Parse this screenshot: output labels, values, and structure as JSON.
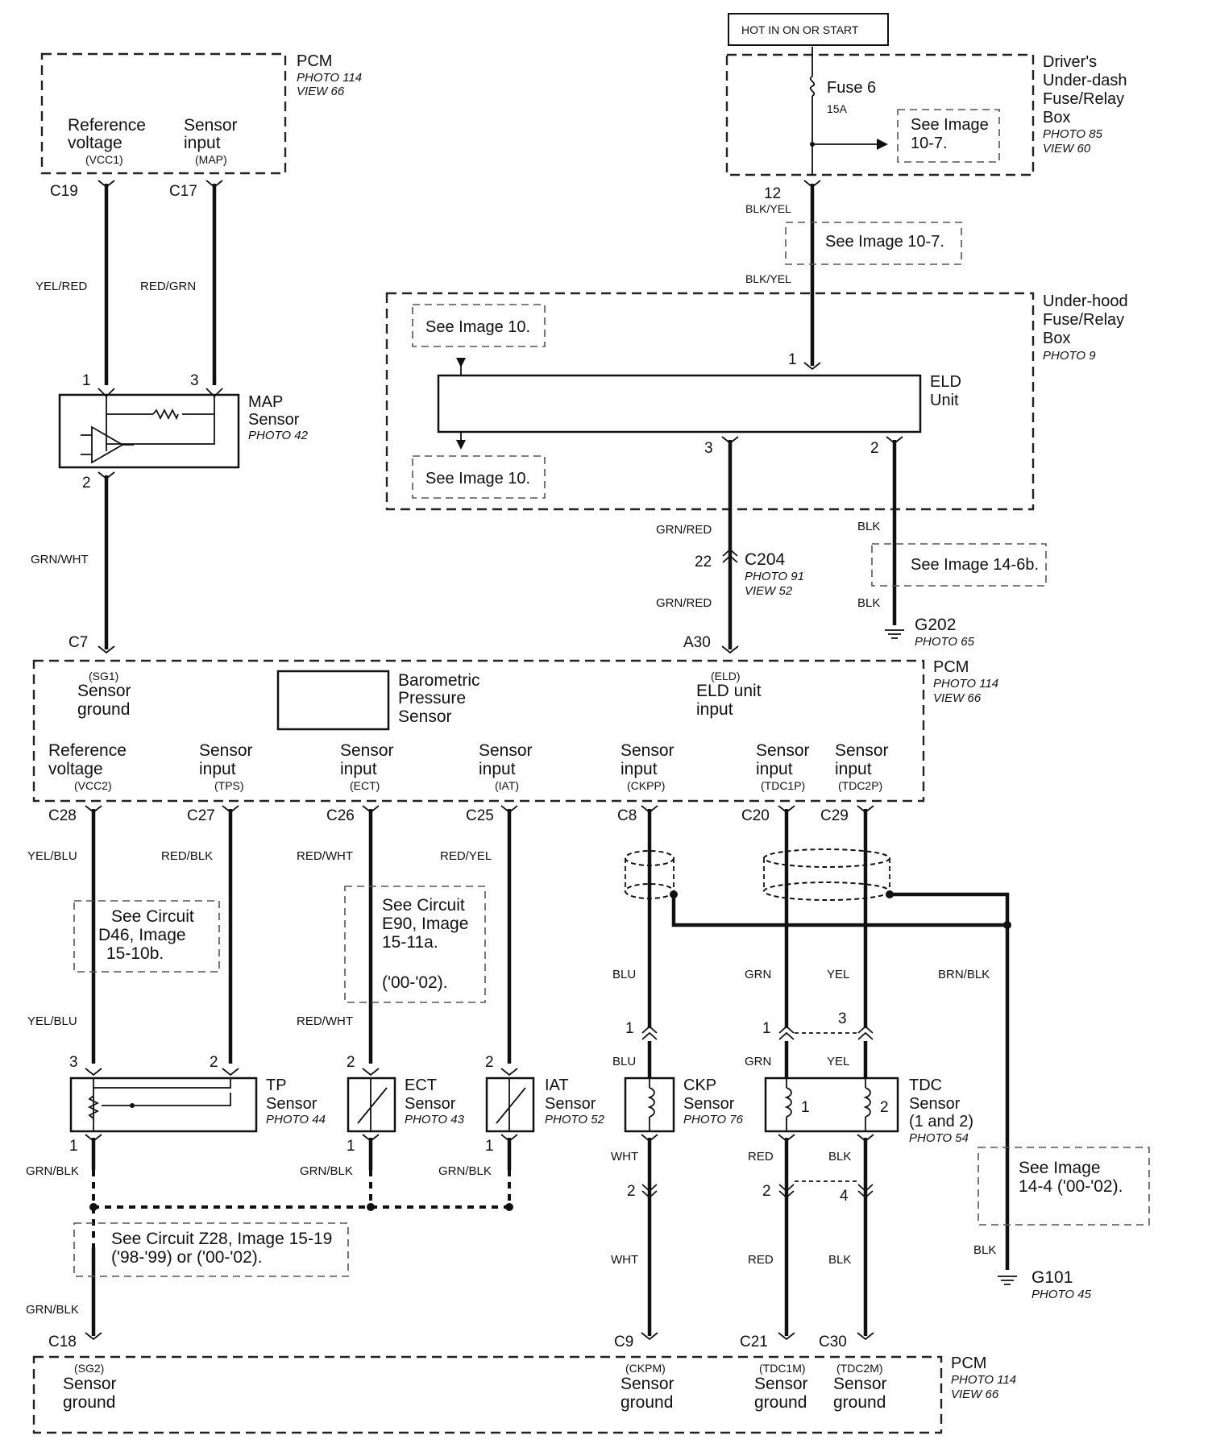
{
  "hot_label": "HOT IN ON OR START",
  "pcm_top": {
    "title": "PCM",
    "photo": "PHOTO 114",
    "view": "VIEW 66",
    "ref_l1": "Reference",
    "ref_l2": "voltage",
    "ref_code": "(VCC1)",
    "sen_l1": "Sensor",
    "sen_l2": "input",
    "sen_code": "(MAP)"
  },
  "fuse_box": {
    "l1": "Driver's",
    "l2": "Under-dash",
    "l3": "Fuse/Relay",
    "l4": "Box",
    "photo": "PHOTO 85",
    "view": "VIEW 60",
    "fuse": "Fuse 6",
    "amp": "15A",
    "see_l1": "See Image",
    "see_l2": "10-7."
  },
  "underhood": {
    "l1": "Under-hood",
    "l2": "Fuse/Relay",
    "l3": "Box",
    "photo": "PHOTO 9",
    "see_top": "See Image 10.",
    "see_bot": "See Image 10.",
    "eld_l1": "ELD",
    "eld_l2": "Unit"
  },
  "see_107": "See Image 10-7.",
  "see_146b": "See Image 14-6b.",
  "see_144_l1": "See Image",
  "see_144_l2": "14-4 ('00-'02).",
  "see_d46": {
    "l1": "See Circuit",
    "l2": "D46, Image",
    "l3": "15-10b."
  },
  "see_e90": {
    "l1": "See Circuit",
    "l2": "E90, Image",
    "l3": "15-11a.",
    "l4": "('00-'02)."
  },
  "see_z28": {
    "l1": "See Circuit Z28, Image 15-19",
    "l2": "('98-'99) or ('00-'02)."
  },
  "map_sensor": {
    "l1": "MAP",
    "l2": "Sensor",
    "photo": "PHOTO 42"
  },
  "c204": {
    "name": "C204",
    "photo": "PHOTO 91",
    "view": "VIEW 52"
  },
  "g202": {
    "name": "G202",
    "photo": "PHOTO 65"
  },
  "g101": {
    "name": "G101",
    "photo": "PHOTO 45"
  },
  "pcm_mid": {
    "title": "PCM",
    "photo": "PHOTO 114",
    "view": "VIEW 66",
    "sg1_code": "(SG1)",
    "sg1_l1": "Sensor",
    "sg1_l2": "ground",
    "baro_l1": "Barometric",
    "baro_l2": "Pressure",
    "baro_l3": "Sensor",
    "eld_code": "(ELD)",
    "eld_l1": "ELD unit",
    "eld_l2": "input",
    "ref_l1": "Reference",
    "ref_l2": "voltage",
    "ref_code": "(VCC2)",
    "s_l1": "Sensor",
    "s_l2": "input",
    "tps": "(TPS)",
    "ect": "(ECT)",
    "iat": "(IAT)",
    "ckpp": "(CKPP)",
    "tdc1p": "(TDC1P)",
    "tdc2p": "(TDC2P)"
  },
  "pcm_bot": {
    "title": "PCM",
    "photo": "PHOTO 114",
    "view": "VIEW 66",
    "sg2": "(SG2)",
    "ckpm": "(CKPM)",
    "tdc1m": "(TDC1M)",
    "tdc2m": "(TDC2M)",
    "l1": "Sensor",
    "l2": "ground"
  },
  "tp": {
    "l1": "TP",
    "l2": "Sensor",
    "photo": "PHOTO 44"
  },
  "ect_s": {
    "l1": "ECT",
    "l2": "Sensor",
    "photo": "PHOTO 43"
  },
  "iat_s": {
    "l1": "IAT",
    "l2": "Sensor",
    "photo": "PHOTO 52"
  },
  "ckp_s": {
    "l1": "CKP",
    "l2": "Sensor",
    "photo": "PHOTO 76"
  },
  "tdc_s": {
    "l1": "TDC",
    "l2": "Sensor",
    "l3": "(1 and 2)",
    "photo": "PHOTO 54",
    "coil1": "1",
    "coil2": "2"
  },
  "connectors": {
    "c19": "C19",
    "c17": "C17",
    "c7": "C7",
    "a30": "A30",
    "c28": "C28",
    "c27": "C27",
    "c26": "C26",
    "c25": "C25",
    "c8": "C8",
    "c20": "C20",
    "c29": "C29",
    "c18": "C18",
    "c9": "C9",
    "c21": "C21",
    "c30": "C30"
  },
  "pins": {
    "p12": "12",
    "map1": "1",
    "map3": "3",
    "map2": "2",
    "eld1": "1",
    "eld3": "3",
    "eld2": "2",
    "c204p": "22",
    "tp3": "3",
    "tp2": "2",
    "tp1": "1",
    "ect2": "2",
    "ect1": "1",
    "iat2": "2",
    "iat1": "1",
    "ckp1": "1",
    "ckp2": "2",
    "tdc1": "1",
    "tdc3": "3",
    "tdc2": "2",
    "tdc4": "4"
  },
  "wires": {
    "yelred": "YEL/RED",
    "redgrn": "RED/GRN",
    "blkyel1": "BLK/YEL",
    "blkyel2": "BLK/YEL",
    "grnwht": "GRN/WHT",
    "grnred1": "GRN/RED",
    "grnred2": "GRN/RED",
    "blk1": "BLK",
    "blk2": "BLK",
    "yelblu1": "YEL/BLU",
    "yelblu2": "YEL/BLU",
    "redblk": "RED/BLK",
    "redwht1": "RED/WHT",
    "redwht2": "RED/WHT",
    "redyel": "RED/YEL",
    "blu1": "BLU",
    "blu2": "BLU",
    "grn1": "GRN",
    "grn2": "GRN",
    "yel1": "YEL",
    "yel2": "YEL",
    "brnblk": "BRN/BLK",
    "grnblk1": "GRN/BLK",
    "grnblk2": "GRN/BLK",
    "grnblk3": "GRN/BLK",
    "grnblk4": "GRN/BLK",
    "wht1": "WHT",
    "wht2": "WHT",
    "red1": "RED",
    "red2": "RED",
    "blk3": "BLK",
    "blk4": "BLK",
    "blk5": "BLK"
  }
}
